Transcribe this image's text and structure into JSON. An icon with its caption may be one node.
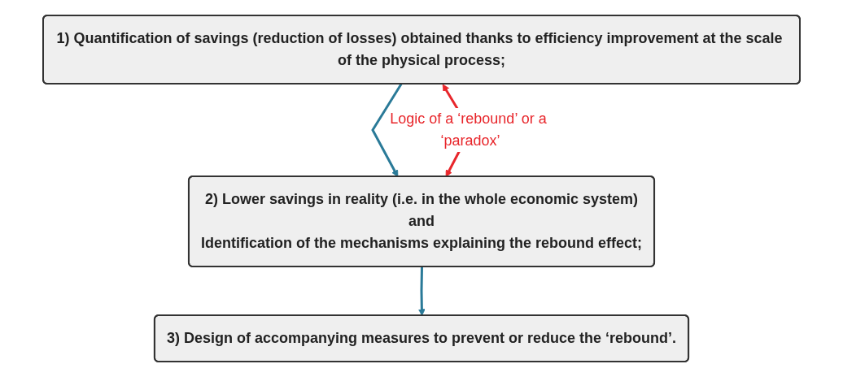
{
  "diagram": {
    "nodes": [
      {
        "text": [
          "1) Quantification of savings (reduction of losses) obtained thanks to efficiency improvement at the scale of the physical process;"
        ]
      },
      {
        "text": [
          "2) Lower savings in reality (i.e. in the whole economic system)",
          "and",
          "Identification of the mechanisms explaining the rebound effect;"
        ]
      },
      {
        "text": [
          "3) Design of accompanying measures to prevent or reduce the ‘rebound’."
        ]
      }
    ],
    "edges": [
      {
        "from": 0,
        "to": 1,
        "arrow": "to"
      },
      {
        "from": 1,
        "to": 2,
        "arrow": "to"
      },
      {
        "from": 0,
        "to": 1,
        "arrow": "both",
        "label": "Logic of a ‘rebound’ or a ‘paradox’",
        "color": "#e8262b"
      }
    ]
  }
}
